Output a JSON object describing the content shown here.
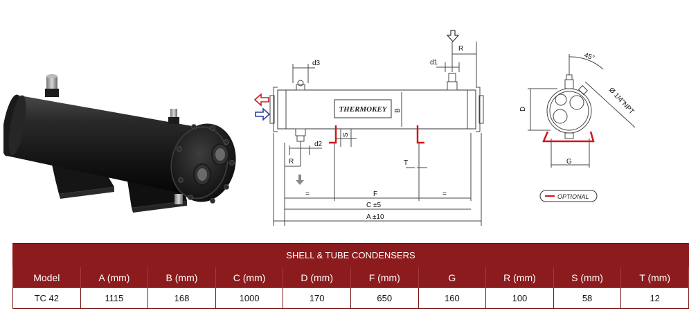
{
  "drawing": {
    "brand": "THERMOKEY",
    "optional_label": "OPTIONAL",
    "dims": {
      "d3": "d3",
      "d1": "d1",
      "d2": "d2",
      "R": "R",
      "S": "S",
      "T": "T",
      "B": "B",
      "D": "D",
      "G": "G",
      "F": "F",
      "eq": "=",
      "C": "C ±5",
      "A": "A ±10",
      "angle": "45°",
      "npt": "Ø 1/4\"NPT"
    }
  },
  "table": {
    "title": "SHELL & TUBE CONDENSERS",
    "headers": [
      "Model",
      "A (mm)",
      "B (mm)",
      "C (mm)",
      "D (mm)",
      "F (mm)",
      "G",
      "R (mm)",
      "S (mm)",
      "T (mm)"
    ],
    "rows": [
      [
        "TC 42",
        "1115",
        "168",
        "1000",
        "170",
        "650",
        "160",
        "100",
        "58",
        "12"
      ]
    ]
  },
  "colors": {
    "header_bg": "#8c1b1d",
    "optional_red": "#d0161b",
    "inlet_red": "#c81e1e",
    "outlet_blue": "#2b3f9e"
  }
}
